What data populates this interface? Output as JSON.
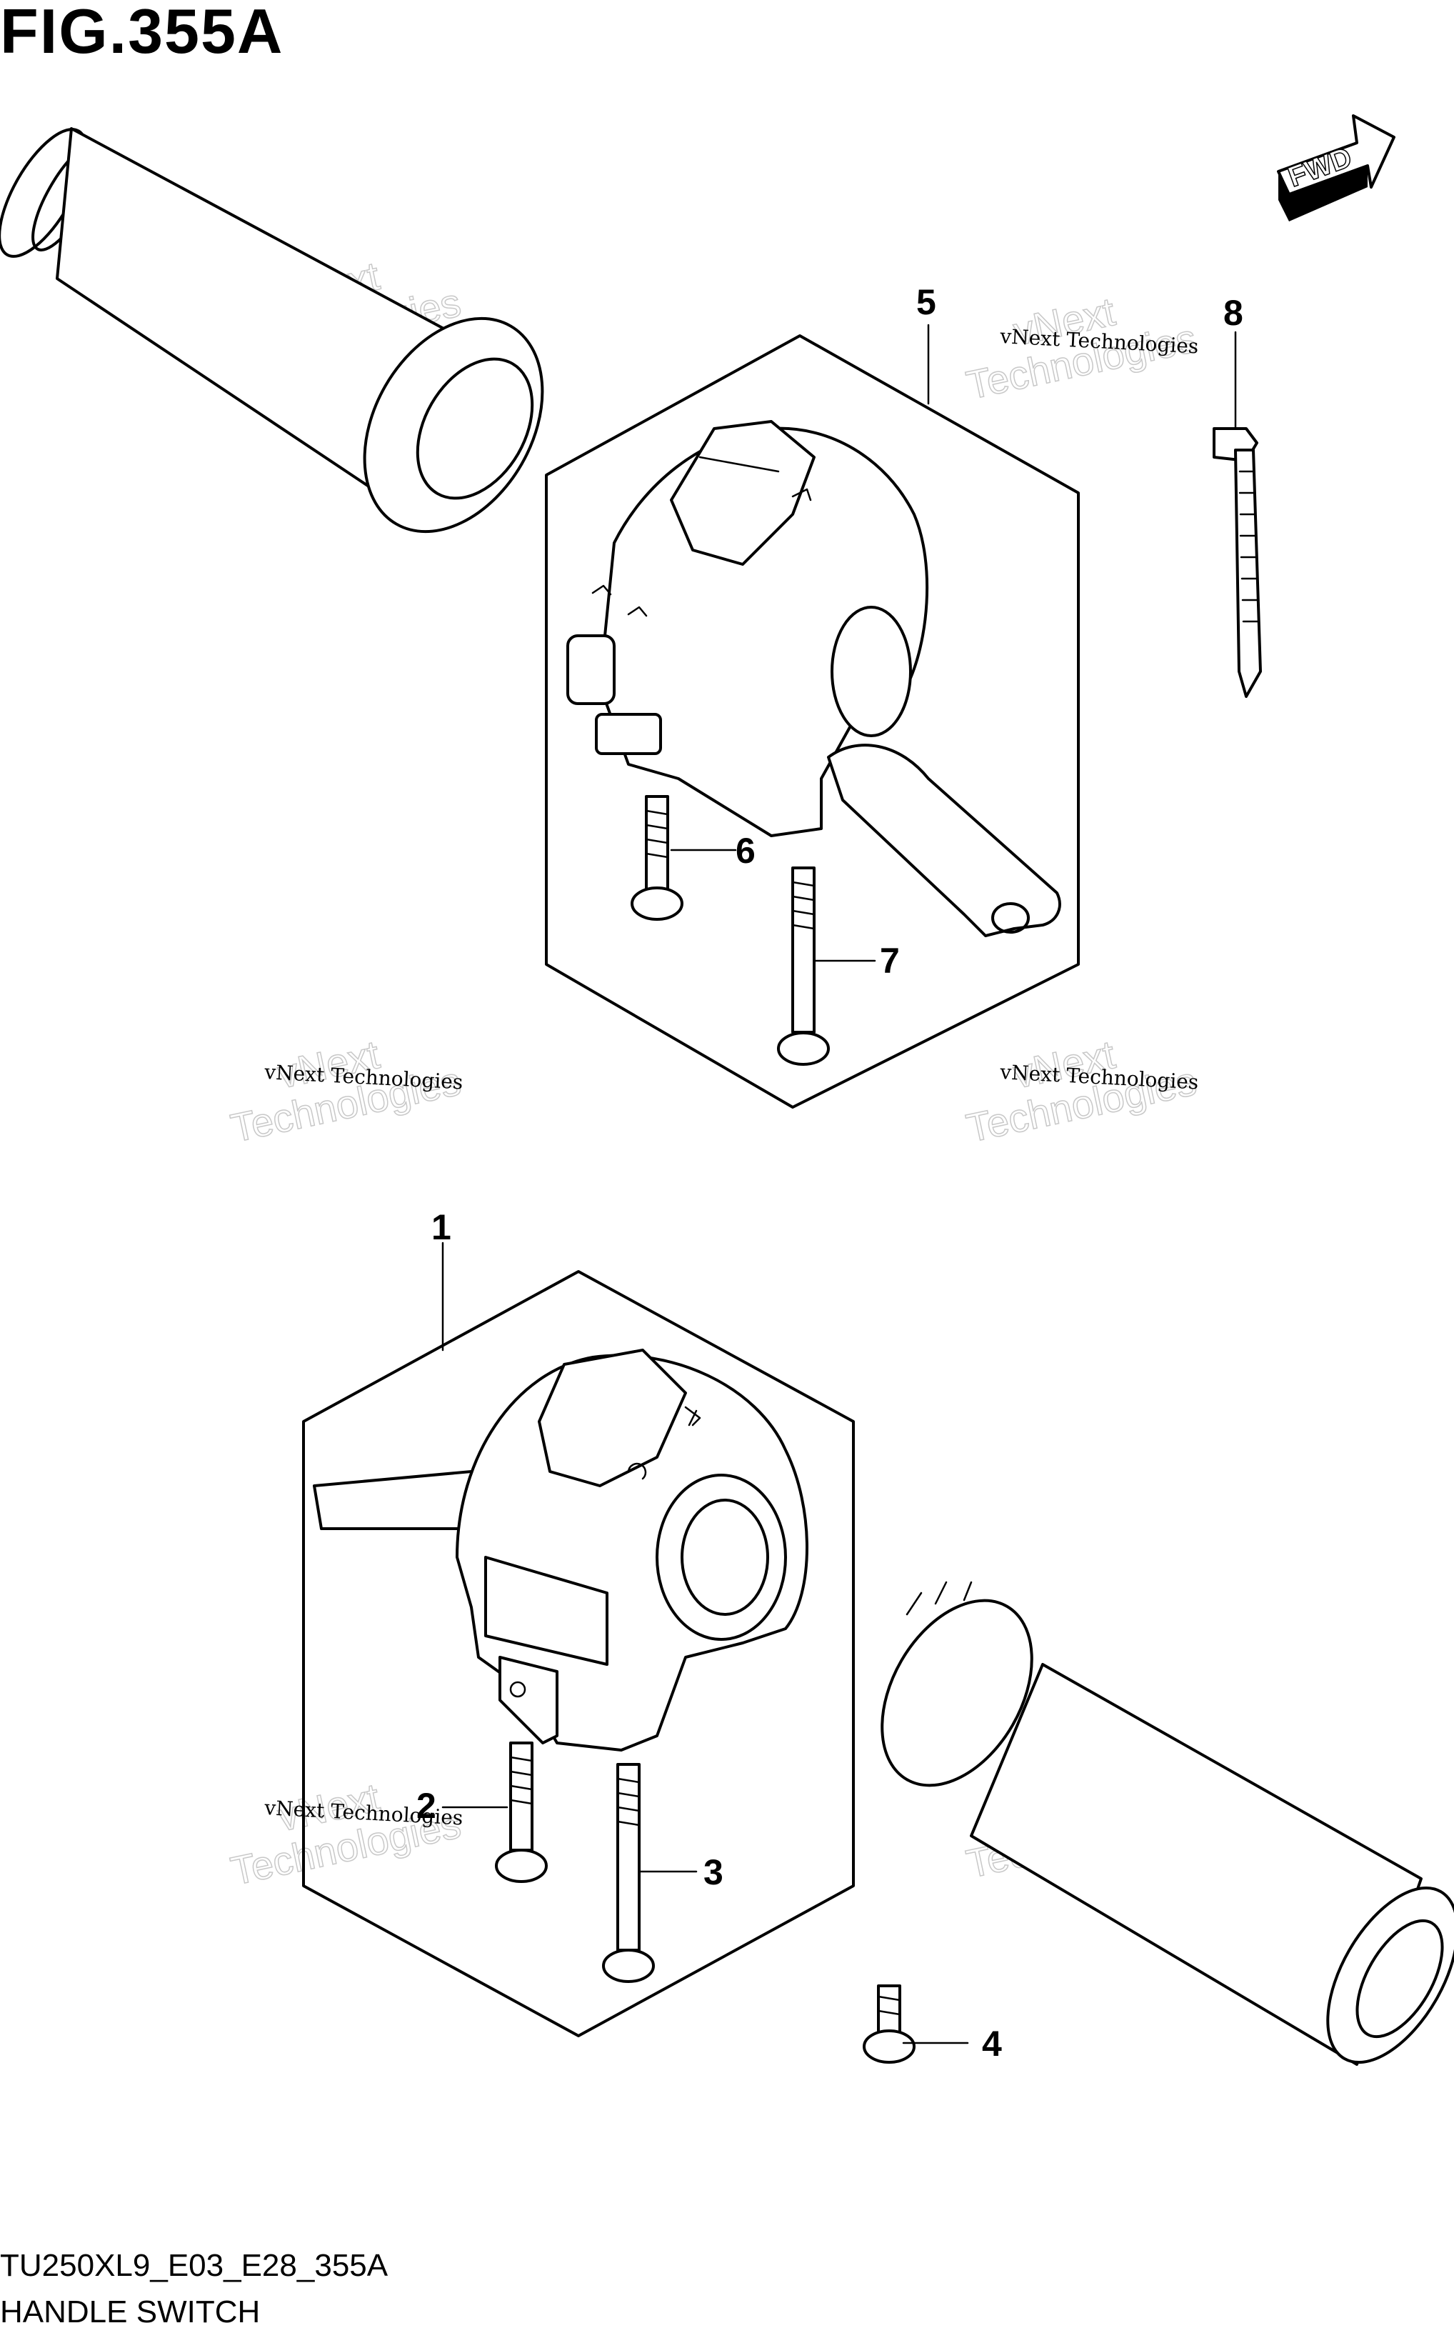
{
  "figure": {
    "title": "FIG.355A",
    "code": "TU250XL9_E03_E28_355A",
    "name": "HANDLE SWITCH"
  },
  "direction_marker": {
    "label": "FWD"
  },
  "callouts": [
    {
      "id": "1",
      "label": "1"
    },
    {
      "id": "2",
      "label": "2"
    },
    {
      "id": "3",
      "label": "3"
    },
    {
      "id": "4",
      "label": "4"
    },
    {
      "id": "5",
      "label": "5"
    },
    {
      "id": "6",
      "label": "6"
    },
    {
      "id": "7",
      "label": "7"
    },
    {
      "id": "8",
      "label": "8"
    }
  ],
  "watermark": {
    "small": "vNext Technologies",
    "big_line1": "vNext",
    "big_line2": "Technologies"
  }
}
